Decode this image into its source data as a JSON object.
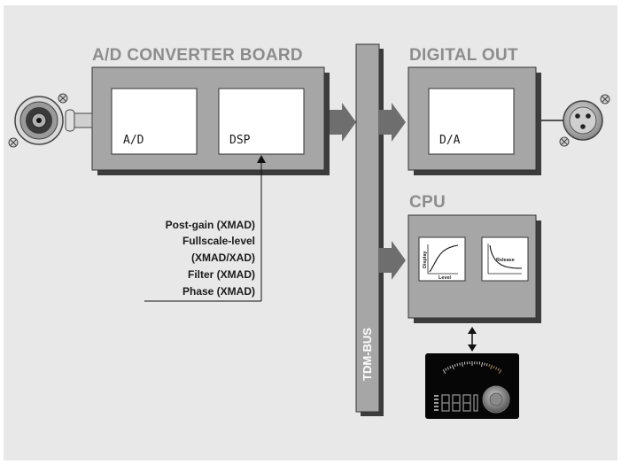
{
  "sections": {
    "ad_board": {
      "title": "A/D CONVERTER BOARD"
    },
    "digital_out": {
      "title": "DIGITAL OUT"
    },
    "cpu": {
      "title": "CPU"
    }
  },
  "blocks": {
    "ad": "A/D",
    "dsp": "DSP",
    "da": "D/A"
  },
  "bus": {
    "label": "TDM-BUS"
  },
  "dsp_params": [
    "Post-gain (XMAD)",
    "Fullscale-level",
    "(XMAD/XAD)",
    "Filter (XMAD)",
    "Phase (XMAD)"
  ],
  "cpu_graphs": {
    "display_ylabel": "Display",
    "display_xlabel": "Level",
    "release_label": "Release"
  },
  "colors": {
    "panel_bg": "#e8e8e8",
    "box_fill": "#a6a6a6",
    "box_shadow": "#3c3c3c",
    "title_text": "#8c8c8c",
    "arrow": "#6e6e6e"
  }
}
